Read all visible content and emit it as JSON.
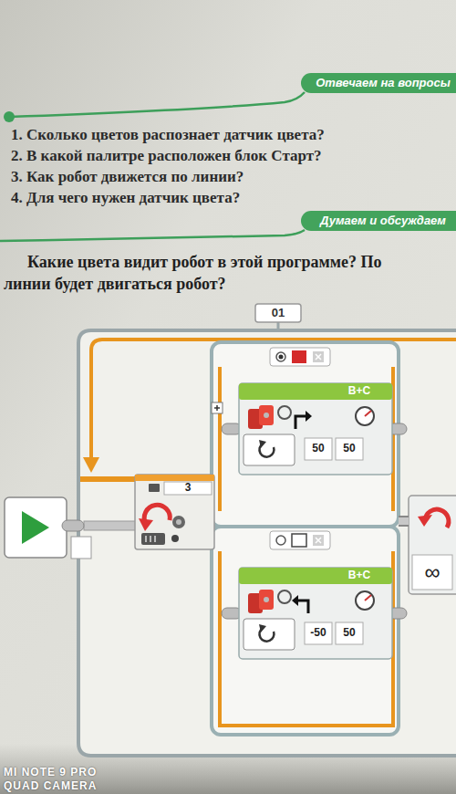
{
  "diagram": {
    "nodes": [
      {
        "text": [
          "Отвечаем на вопросы"
        ]
      },
      {
        "text": [
          "Думаем и обсуждаем"
        ]
      },
      {
        "text": [
          "01"
        ]
      },
      {
        "text": [
          "3"
        ],
        "in": 2
      },
      {
        "text": [
          "B+C",
          "50",
          "50"
        ],
        "in": 3
      },
      {
        "text": [
          "B+C",
          "-50",
          "50"
        ],
        "in": 3
      },
      {
        "text": [
          "∞"
        ],
        "in": 2
      }
    ],
    "edges": [
      {
        "from": 3,
        "to": 6,
        "arrow": "none"
      }
    ],
    "labels": [
      "1. Сколько цветов распознает датчик цвета?",
      "2. В какой палитре расположен блок Старт?",
      "3. Как робот движется по линии?",
      "4. Для чего нужен датчик цвета?",
      "Какие цвета видит робот в этой программе? По",
      "линии будет двигаться робот?",
      "MI NOTE 9 PRO",
      "QUAD CAMERA"
    ]
  }
}
